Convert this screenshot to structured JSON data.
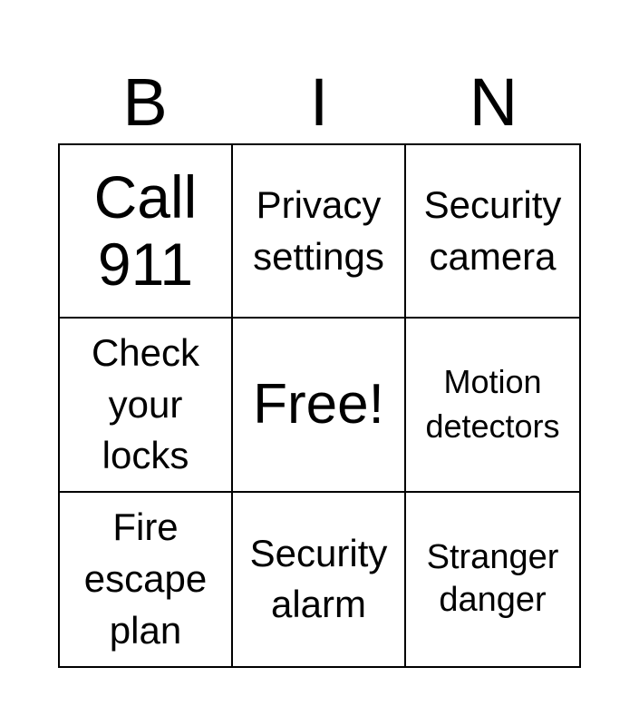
{
  "header": {
    "letters": [
      "B",
      "I",
      "N"
    ]
  },
  "board": {
    "cells": [
      [
        "Call\n911",
        "Privacy\nsettings",
        "Security\ncamera"
      ],
      [
        "Check\nyour\nlocks",
        "Free!",
        "Motion\ndetectors"
      ],
      [
        "Fire\nescape\nplan",
        "Security\nalarm",
        "Stranger\ndanger"
      ]
    ]
  }
}
